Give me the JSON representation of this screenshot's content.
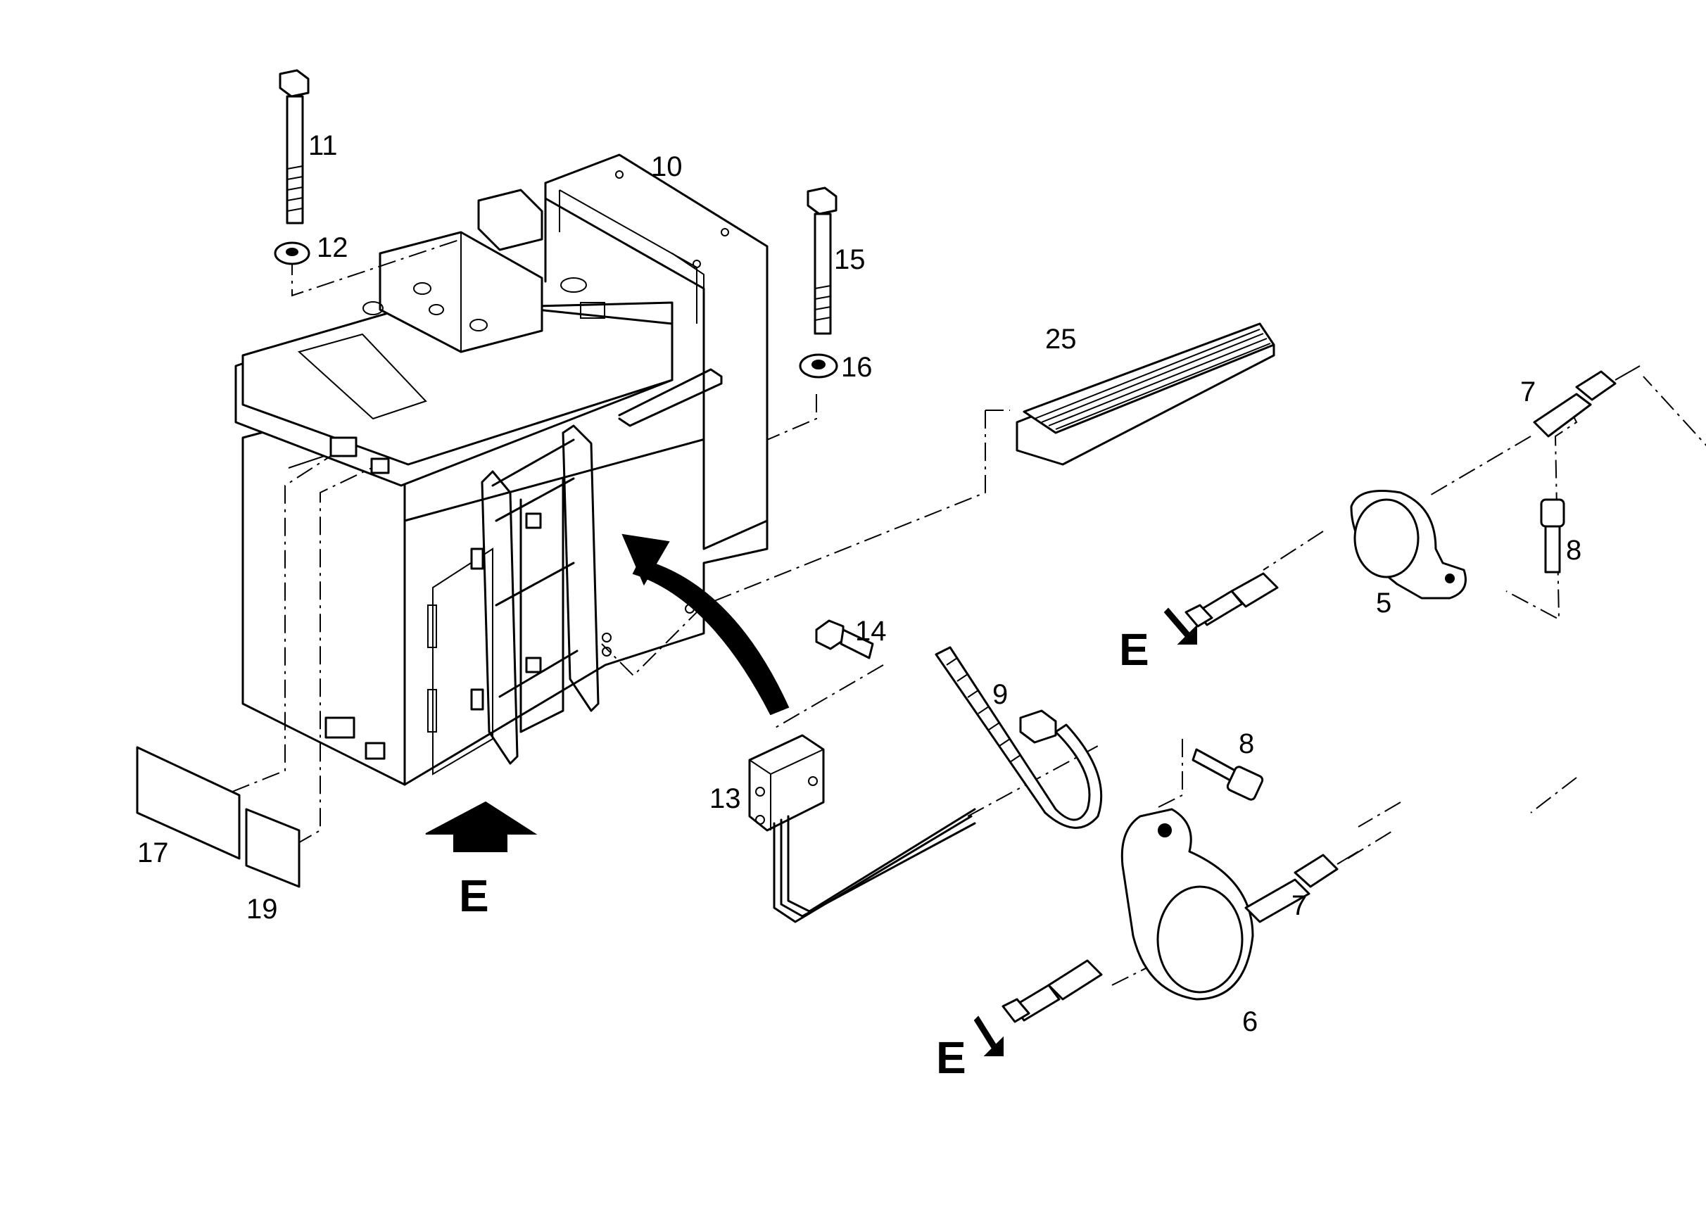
{
  "callouts": {
    "c5": "5",
    "c6": "6",
    "c7a": "7",
    "c7b": "7",
    "c8a": "8",
    "c8b": "8",
    "c9": "9",
    "c10": "10",
    "c11": "11",
    "c12": "12",
    "c13": "13",
    "c14": "14",
    "c15": "15",
    "c16": "16",
    "c17": "17",
    "c19": "19",
    "c25": "25"
  },
  "view_markers": {
    "main": "E",
    "upper": "E",
    "lower": "E"
  }
}
